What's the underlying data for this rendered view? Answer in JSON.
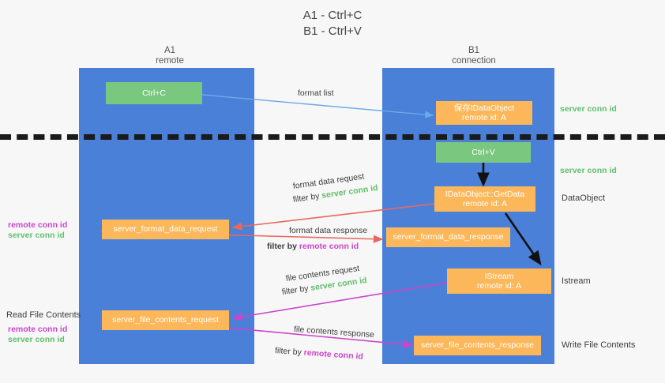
{
  "title": {
    "line1": "A1 - Ctrl+C",
    "line2": "B1 - Ctrl+V"
  },
  "columns": [
    {
      "name": "A1",
      "sub": "remote"
    },
    {
      "name": "B1",
      "sub": "connection"
    }
  ],
  "boxes": {
    "ctrl_c": "Ctrl+C",
    "save_dataobject_l1": "保存IDataObject",
    "save_dataobject_l2": "remote id: A",
    "ctrl_v": "Ctrl+V",
    "getdata_l1": "IDataObject::GetData",
    "getdata_l2": "remote id: A",
    "istream_l1": "IStream",
    "istream_l2": "remote id: A",
    "server_format_data_request": "server_format_data_request",
    "server_format_data_response": "server_format_data_response",
    "server_file_contents_request": "server_file_contents_request",
    "server_file_contents_response": "server_file_contents_response"
  },
  "labels": {
    "format_list": "format list",
    "format_data_request": "format data request",
    "format_data_response": "format data response",
    "file_contents_request": "file contents request",
    "file_contents_response": "file contents response",
    "filter_by": "filter by",
    "server_conn_id": "server conn id",
    "remote_conn_id": "remote conn id"
  },
  "right_notes": {
    "server_conn_id_top": "server conn id",
    "server_conn_id_mid": "server conn id",
    "dataobject": "DataObject",
    "istream": "Istream",
    "write_file_contents": "Write File Contents"
  },
  "left_notes": {
    "remote_conn_id_1": "remote conn id",
    "server_conn_id_1": "server conn id",
    "read_file_contents": "Read File Contents",
    "remote_conn_id_2": "remote conn id",
    "server_conn_id_2": "server conn id"
  },
  "colors": {
    "lane": "#4a80d8",
    "green_box": "#7ac77f",
    "orange_box": "#fcb75a",
    "green_text": "#5fbf6a",
    "magenta_text": "#cc44cc",
    "arrow_blue": "#6aa9e9",
    "arrow_red": "#e8695c",
    "arrow_magenta": "#cc44cc",
    "arrow_dark": "#1b1b1b",
    "background": "#f7f7f7"
  }
}
